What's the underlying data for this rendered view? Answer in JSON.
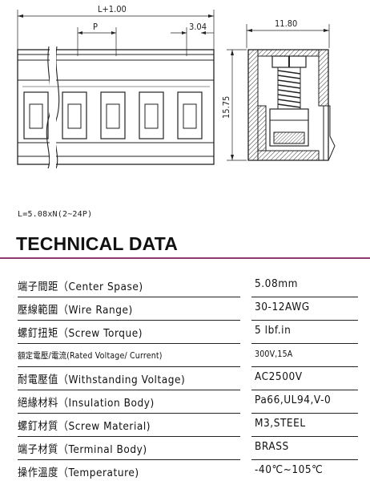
{
  "dimensions": {
    "overall_length": "L+1.00",
    "pitch": "P",
    "end_offset": "3.04",
    "depth": "11.80",
    "height": "15.75"
  },
  "formula": "L=5.08xN(2~24P)",
  "title": "TECHNICAL DATA",
  "colors": {
    "accent": "#8e3a6e",
    "line": "#222222"
  },
  "specs": [
    {
      "label": "端子間距（Center Spase)",
      "value": "5.08mm"
    },
    {
      "label": "壓線範圍（Wire Range)",
      "value": "30-12AWG"
    },
    {
      "label": "螺釘扭矩（Screw Torque)",
      "value": "5 lbf.in"
    },
    {
      "label": "額定電壓/電流(Rated Voltage/ Current)",
      "value": "300V,15A",
      "small": true
    },
    {
      "label": "耐電壓值（Withstanding Voltage)",
      "value": "AC2500V"
    },
    {
      "label": "絕緣材料（Insulation Body)",
      "value": "Pa66,UL94,V-0"
    },
    {
      "label": "螺釘材質（Screw Material)",
      "value": "M3,STEEL"
    },
    {
      "label": "端子材質（Terminal Body)",
      "value": "BRASS"
    },
    {
      "label": "操作溫度（Temperature)",
      "value": "-40℃~105℃"
    }
  ]
}
